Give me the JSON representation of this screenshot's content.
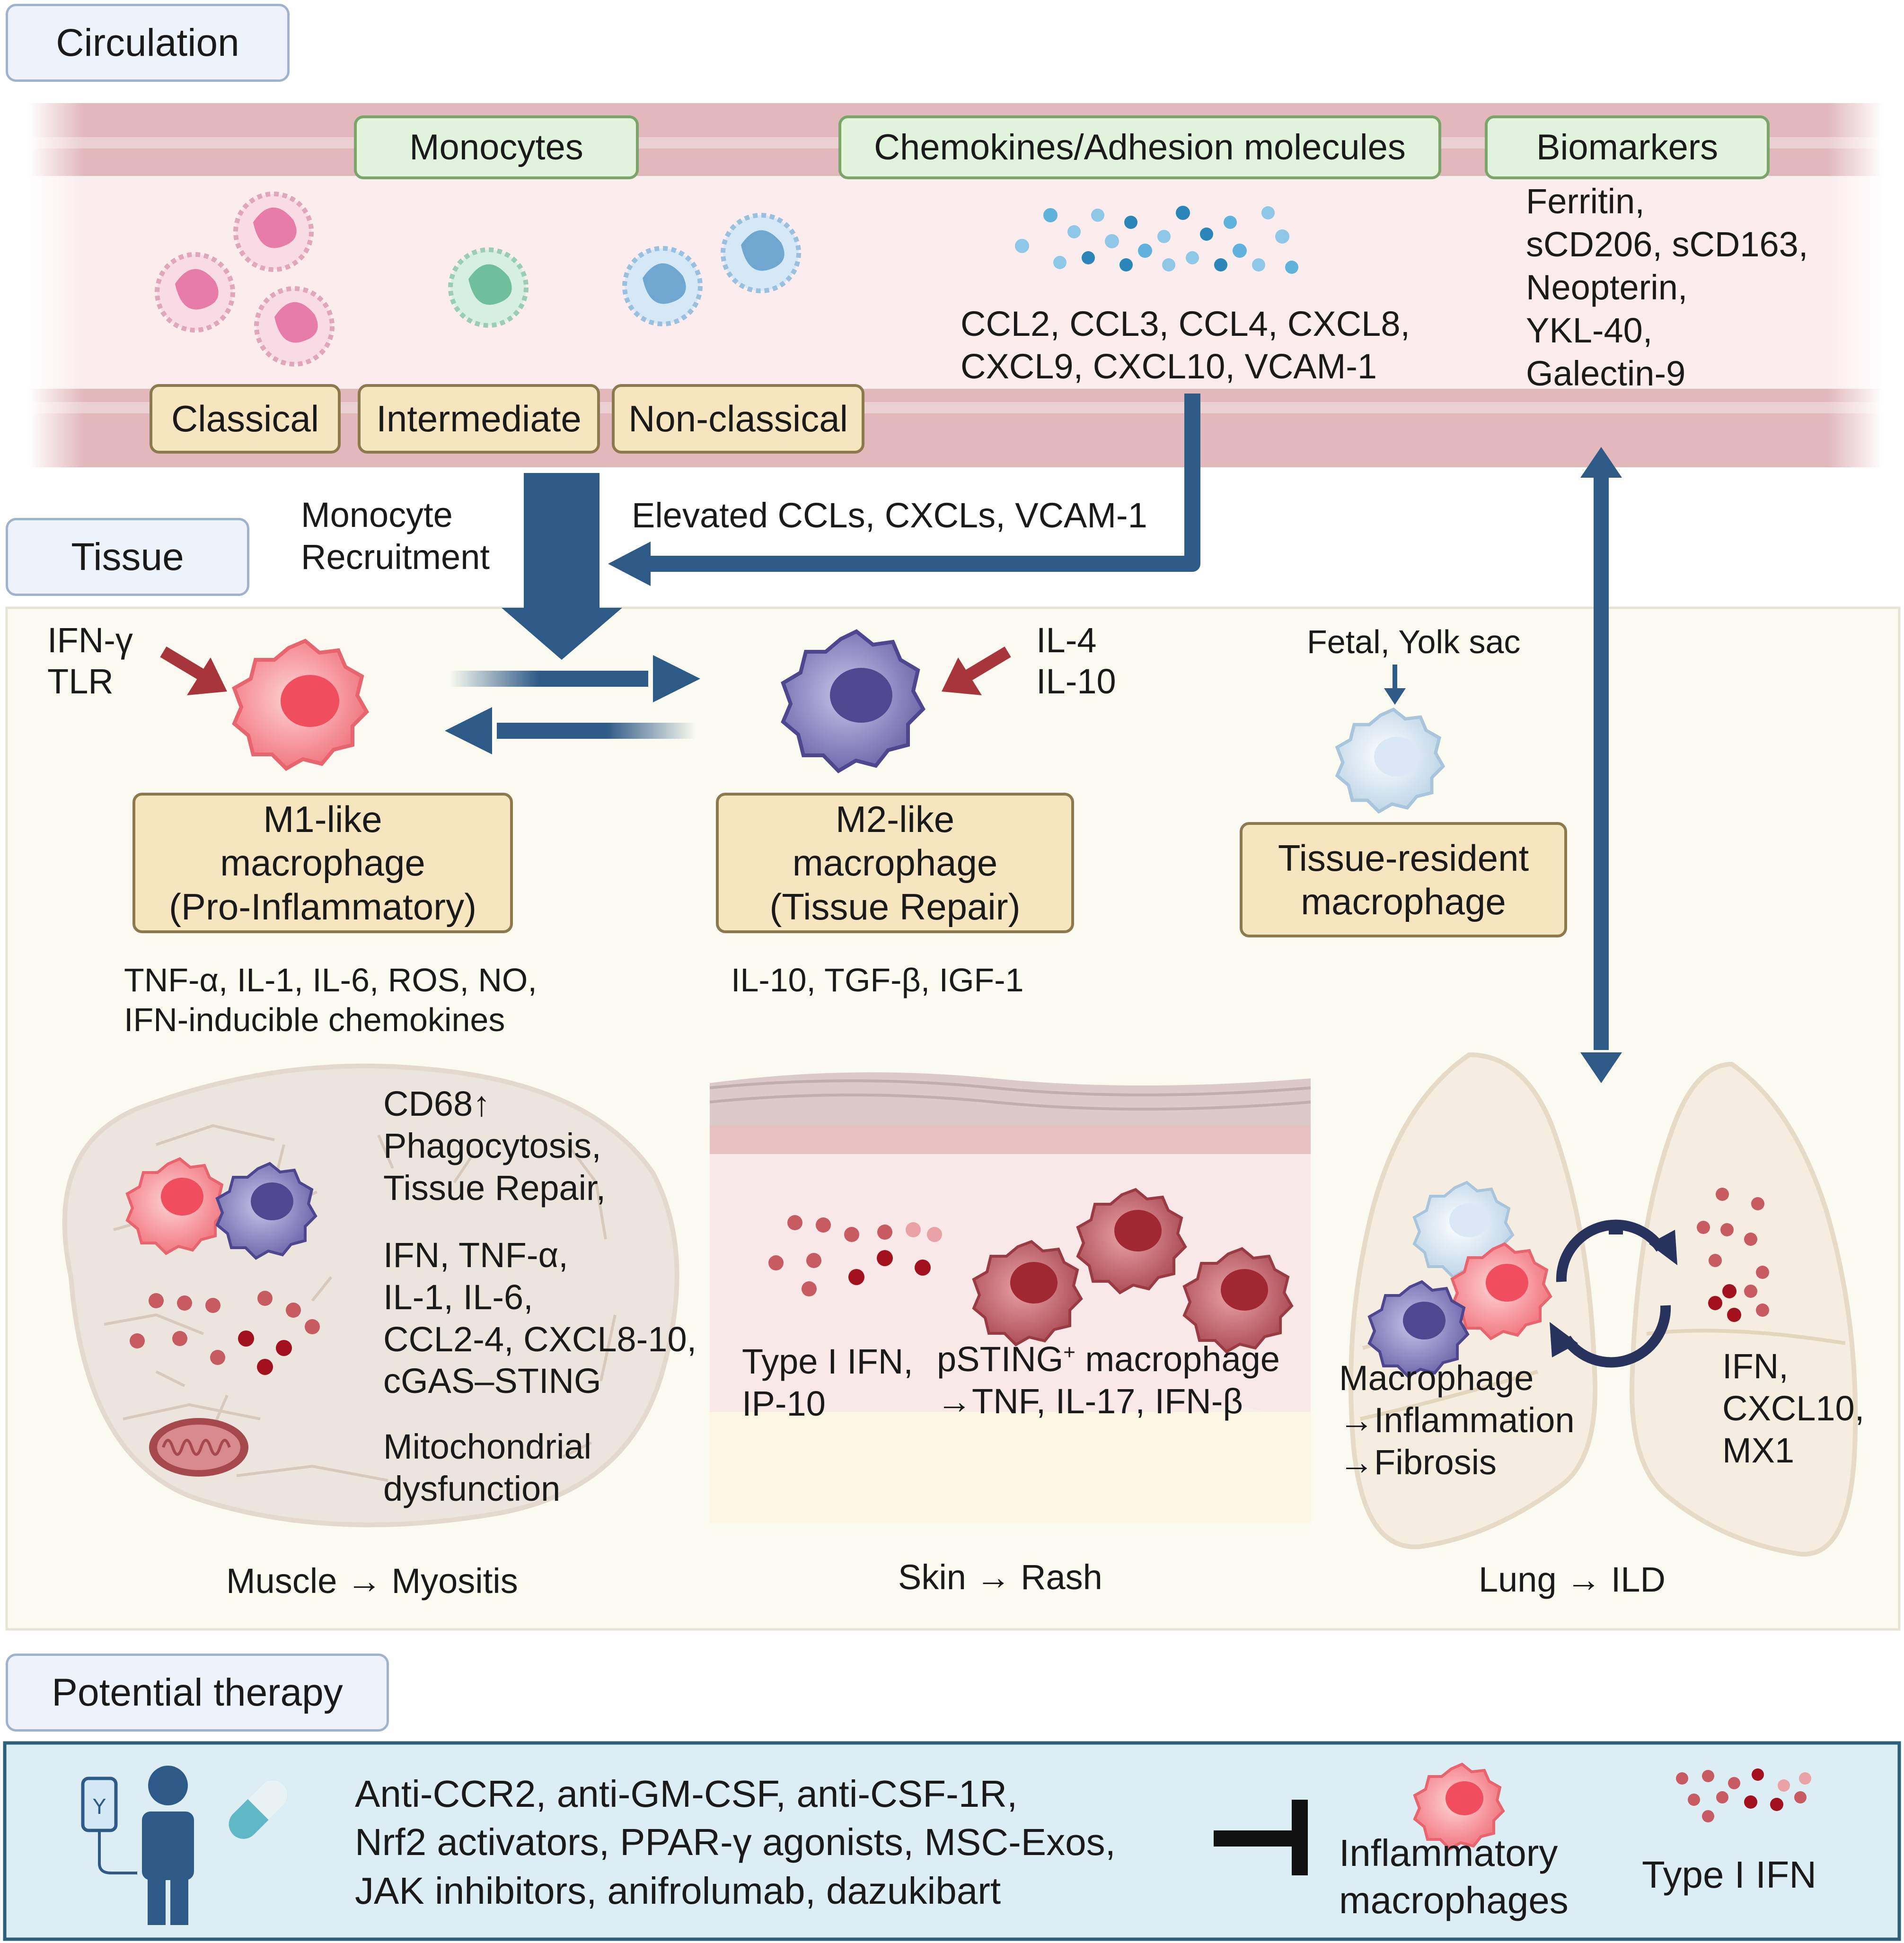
{
  "sections": {
    "circulation": "Circulation",
    "tissue": "Tissue",
    "therapy": "Potential therapy"
  },
  "circulation": {
    "monocytes_label": "Monocytes",
    "chemokines_label": "Chemokines/Adhesion molecules",
    "biomarkers_label": "Biomarkers",
    "monocyte_types": [
      "Classical",
      "Intermediate",
      "Non-classical"
    ],
    "chemokines_text": [
      "CCL2, CCL3, CCL4, CXCL8,",
      "CXCL9, CXCL10, VCAM-1"
    ],
    "biomarkers_text": [
      "Ferritin,",
      "sCD206, sCD163,",
      "Neopterin,",
      "YKL-40,",
      "Galectin-9"
    ]
  },
  "flow": {
    "monocyte_recruitment": [
      "Monocyte",
      "Recruitment"
    ],
    "elevated": "Elevated CCLs, CXCLs, VCAM-1"
  },
  "macrophages": {
    "m1_stimuli": [
      "IFN-γ",
      "TLR"
    ],
    "m2_stimuli": [
      "IL-4",
      "IL-10"
    ],
    "fetal": "Fetal, Yolk sac",
    "m1_label": [
      "M1-like",
      "macrophage",
      "(Pro-Inflammatory)"
    ],
    "m2_label": [
      "M2-like",
      "macrophage",
      "(Tissue Repair)"
    ],
    "resident_label": [
      "Tissue-resident",
      "macrophage"
    ],
    "m1_products": [
      "TNF-α, IL-1, IL-6, ROS, NO,",
      "IFN-inducible chemokines"
    ],
    "m2_products": "IL-10, TGF-β, IGF-1"
  },
  "muscle": {
    "text1": [
      "CD68↑",
      "Phagocytosis,",
      "Tissue Repair,"
    ],
    "text2": [
      "IFN, TNF-α,",
      "IL-1, IL-6,",
      "CCL2-4, CXCL8-10,",
      "cGAS–STING"
    ],
    "text3": [
      "Mitochondrial",
      "dysfunction"
    ],
    "caption": "Muscle → Myositis"
  },
  "skin": {
    "text1": [
      "Type I IFN,",
      "IP-10"
    ],
    "text2_line1": "pSTING",
    "text2_sup": "+",
    "text2_line1_rest": " macrophage",
    "text2_line2": "→TNF, IL-17, IFN-β",
    "caption": "Skin → Rash"
  },
  "lung": {
    "text1": [
      "Macrophage",
      "→Inflammation",
      "→Fibrosis"
    ],
    "text2": [
      "IFN,",
      "CXCL10,",
      "MX1"
    ],
    "caption": "Lung → ILD"
  },
  "therapy": {
    "drugs": [
      "Anti-CCR2, anti-GM-CSF, anti-CSF-1R,",
      "Nrf2 activators, PPAR-γ agonists, MSC-Exos,",
      "JAK inhibitors, anifrolumab, dazukibart"
    ],
    "target1": [
      "Inflammatory",
      "macrophages"
    ],
    "target2": "Type I IFN"
  },
  "colors": {
    "arrow_blue": "#2e5a87",
    "stim_red": "#a8353c",
    "vessel": "#e9c7cb",
    "vessel_inner": "#fbecee",
    "tissue_bg": "#fafaf0",
    "therapy_bg": "#dcedf3"
  }
}
